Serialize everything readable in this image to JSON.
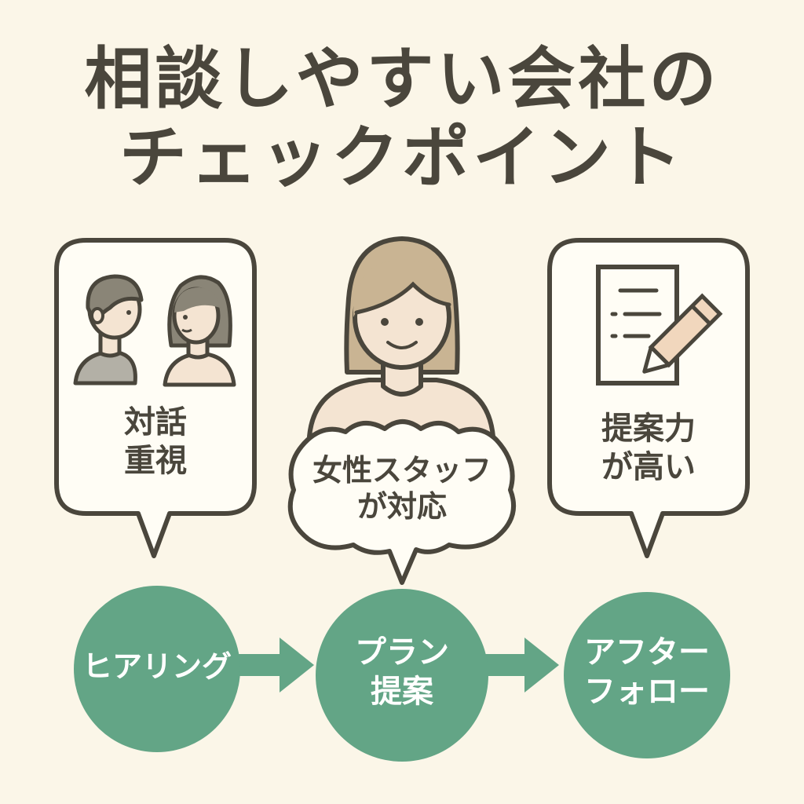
{
  "title": {
    "line1": "相談しやすい会社の",
    "line2": "チェックポイント"
  },
  "points": [
    {
      "line1": "対話",
      "line2": "重視",
      "icon": "two-people-talking-icon"
    },
    {
      "line1": "女性スタッフ",
      "line2": "が対応",
      "icon": "female-staff-icon"
    },
    {
      "line1": "提案力",
      "line2": "が高い",
      "icon": "document-pencil-icon"
    }
  ],
  "steps": [
    {
      "line1": "ヒアリング",
      "line2": ""
    },
    {
      "line1": "プラン",
      "line2": "提案"
    },
    {
      "line1": "アフター",
      "line2": "フォロー"
    }
  ],
  "colors": {
    "background": "#fbf6e8",
    "text": "#4a463c",
    "step_circle": "#63a586",
    "hair": "#c9b493",
    "skin": "#f4e4d2"
  }
}
